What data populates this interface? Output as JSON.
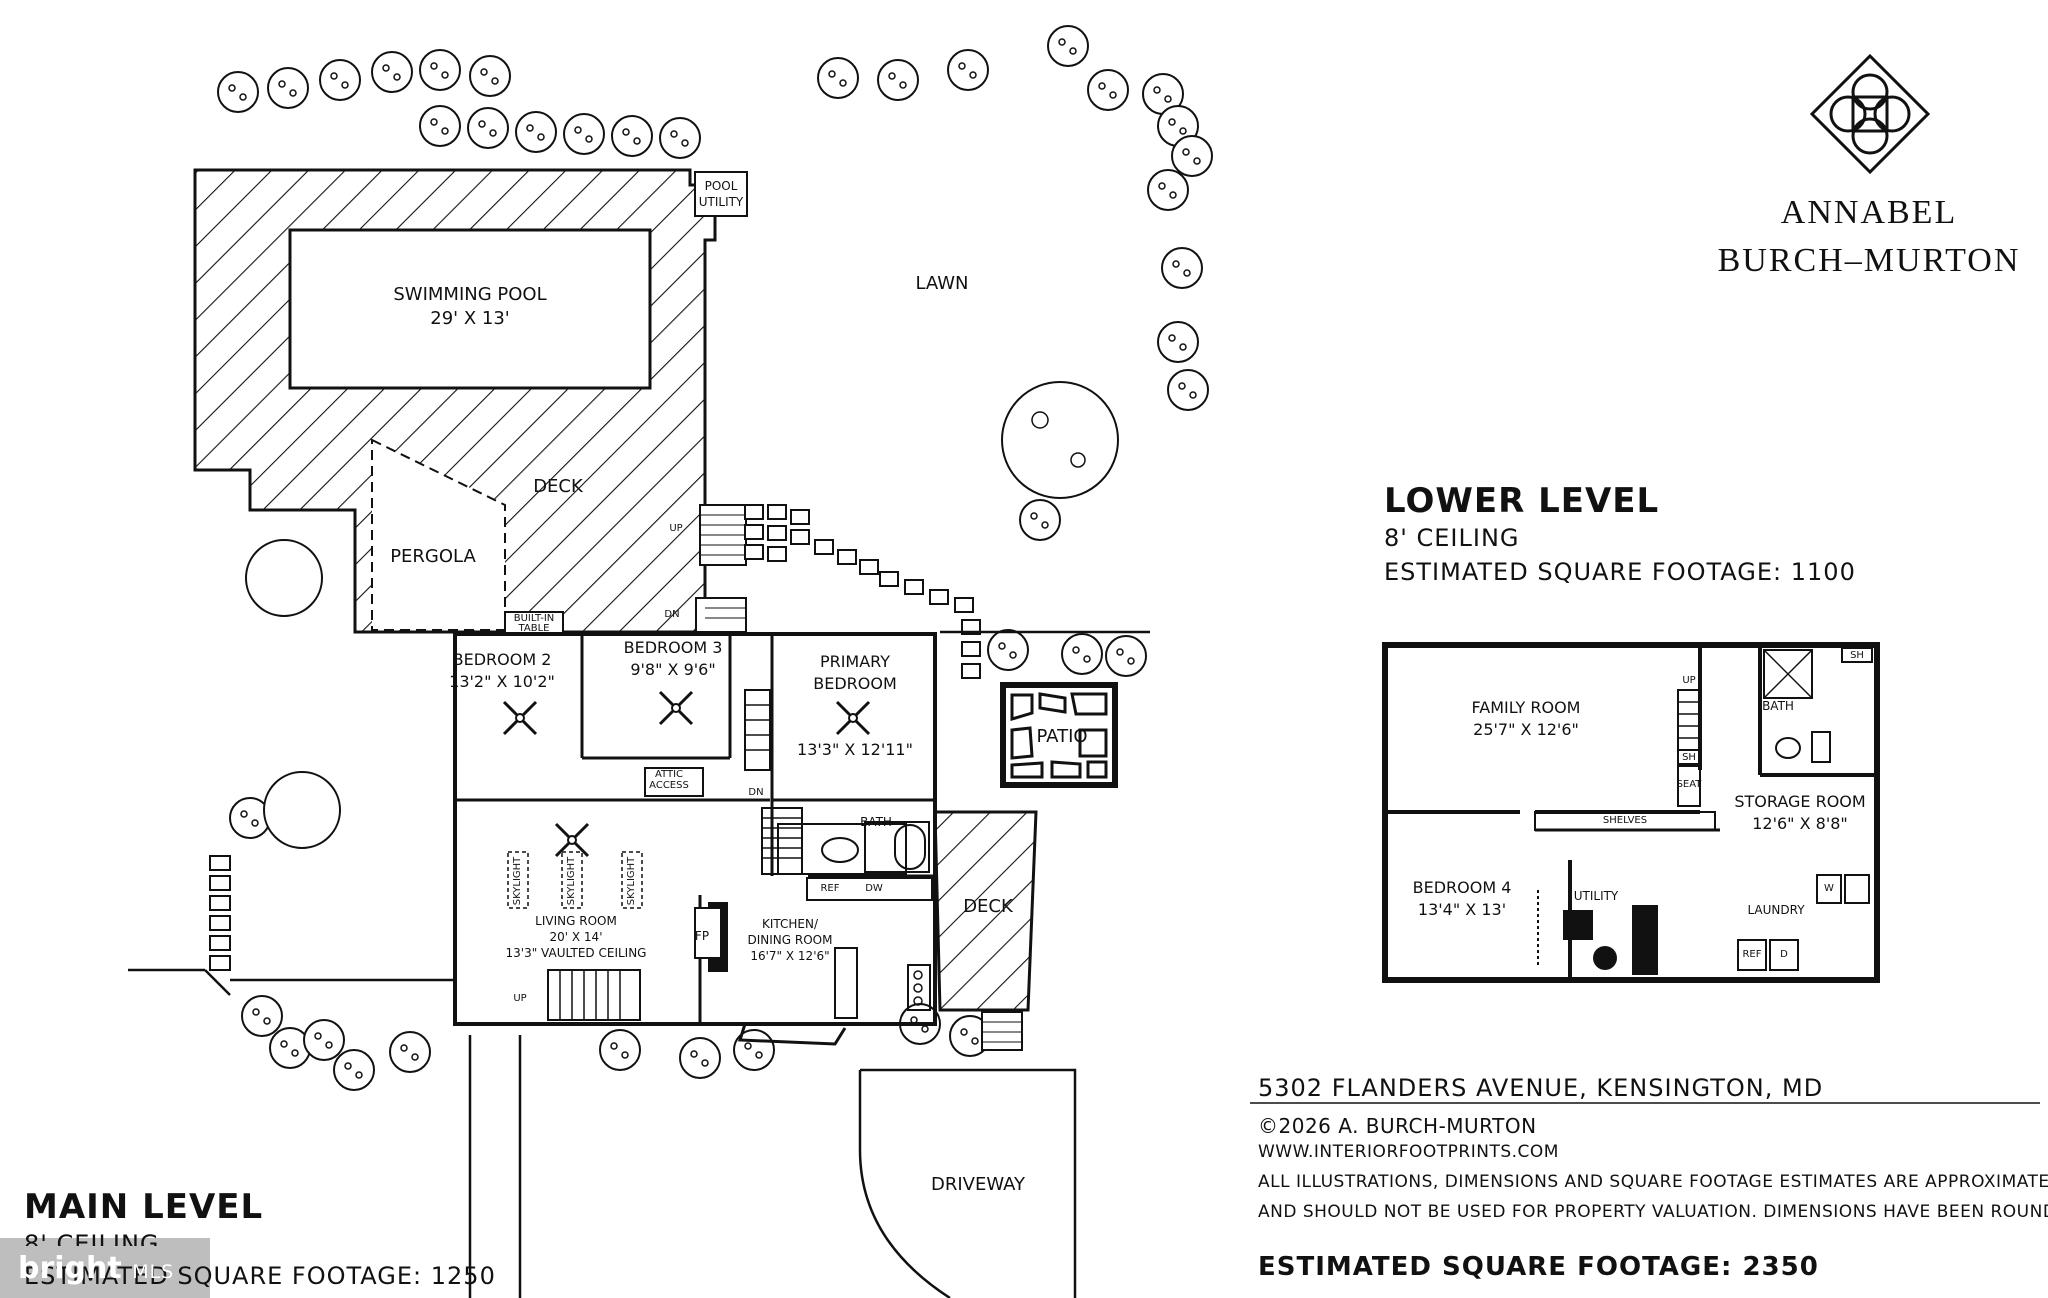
{
  "brand": {
    "line1": "ANNABEL",
    "line2": "BURCH–MURTON",
    "logo_icon": "diamond-knot-logo"
  },
  "site": {
    "swimming_pool": {
      "name": "SWIMMING POOL",
      "dims": "29' X 13'"
    },
    "pool_utility": {
      "line1": "POOL",
      "line2": "UTILITY"
    },
    "lawn": "LAWN",
    "deck": "DECK",
    "pergola": "PERGOLA",
    "built_in_table": {
      "line1": "BUILT-IN",
      "line2": "TABLE"
    },
    "patio": "PATIO",
    "driveway": "DRIVEWAY",
    "up_pool": "UP",
    "dn_pool": "DN",
    "up_entry": "UP",
    "rear_deck": "DECK"
  },
  "main_rooms": {
    "bedroom2": {
      "name": "BEDROOM 2",
      "dims": "13'2\" X 10'2\""
    },
    "bedroom3": {
      "name": "BEDROOM 3",
      "dims": "9'8\" X 9'6\""
    },
    "primary": {
      "line1": "PRIMARY",
      "line2": "BEDROOM",
      "dims": "13'3\" X 12'11\""
    },
    "attic": {
      "line1": "ATTIC",
      "line2": "ACCESS"
    },
    "dn_stair": "DN",
    "bath": "BATH",
    "living": {
      "name": "LIVING ROOM",
      "dims": "20' X 14'",
      "ceiling": "13'3\" VAULTED CEILING"
    },
    "skylight": "SKYLIGHT",
    "fireplace": "FP",
    "kitchen": {
      "line1": "KITCHEN/",
      "line2": "DINING ROOM",
      "dims": "16'7\" X 12'6\""
    },
    "ref": "REF",
    "dw": "DW"
  },
  "lower_level": {
    "title": "LOWER LEVEL",
    "ceiling": "8' CEILING",
    "sqft": "ESTIMATED SQUARE FOOTAGE: 1100",
    "family": {
      "name": "FAMILY ROOM",
      "dims": "25'7\" X 12'6\""
    },
    "bath": "BATH",
    "sh1": "SH",
    "sh2": "SH",
    "seat": "SEAT",
    "up": "UP",
    "shelves": "SHELVES",
    "storage": {
      "name": "STORAGE ROOM",
      "dims": "12'6\" X 8'8\""
    },
    "bedroom4": {
      "name": "BEDROOM 4",
      "dims": "13'4\" X 13'"
    },
    "utility": "UTILITY",
    "laundry": "LAUNDRY",
    "w": "W",
    "ref": "REF",
    "d": "D"
  },
  "main_level": {
    "title": "MAIN LEVEL",
    "ceiling": "8' CEILING",
    "sqft": "ESTIMATED SQUARE FOOTAGE: 1250"
  },
  "info": {
    "address": "5302 FLANDERS AVENUE, KENSINGTON, MD",
    "copyright": "©2026 A. BURCH-MURTON",
    "website": "WWW.INTERIORFOOTPRINTS.COM",
    "disclaimer1": "ALL ILLUSTRATIONS, DIMENSIONS AND SQUARE FOOTAGE ESTIMATES ARE APPROXIMATE",
    "disclaimer2": "AND  SHOULD NOT BE USED FOR PROPERTY VALUATION. DIMENSIONS HAVE BEEN ROUNDED.",
    "total_sqft": "ESTIMATED SQUARE FOOTAGE: 2350"
  },
  "watermark": {
    "brand": "bright",
    "suffix": "MLS"
  }
}
